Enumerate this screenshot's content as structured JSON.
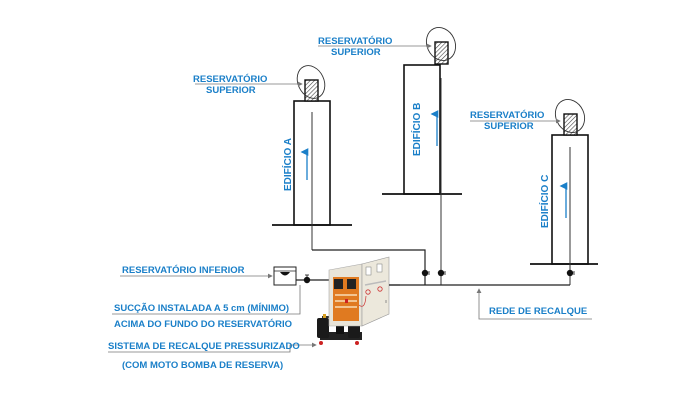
{
  "diagram": {
    "title": "Sistema de recalque pressurizado para edifícios",
    "colors": {
      "label": "#1a7fc8",
      "line": "#111111",
      "leader": "#777777",
      "flow_arrow": "#1a7fc8"
    },
    "buildings": [
      {
        "id": "A",
        "label": "EDIFÍCIO A",
        "tank_label_1": "RESERVATÓRIO",
        "tank_label_2": "SUPERIOR"
      },
      {
        "id": "B",
        "label": "EDIFÍCIO B",
        "tank_label_1": "RESERVATÓRIO",
        "tank_label_2": "SUPERIOR"
      },
      {
        "id": "C",
        "label": "EDIFÍCIO C",
        "tank_label_1": "RESERVATÓRIO",
        "tank_label_2": "SUPERIOR"
      }
    ],
    "lower_reservoir_label": "RESERVATÓRIO INFERIOR",
    "suction_note_line1": "SUCÇÃO INSTALADA A 5 cm (MÍNIMO)",
    "suction_note_line2": "ACIMA DO FUNDO DO RESERVATÓRIO",
    "pump_system_line1": "SISTEMA DE RECALQUE PRESSURIZADO",
    "pump_system_line2": "(COM MOTO BOMBA DE RESERVA)",
    "discharge_network_label": "REDE DE RECALQUE"
  }
}
